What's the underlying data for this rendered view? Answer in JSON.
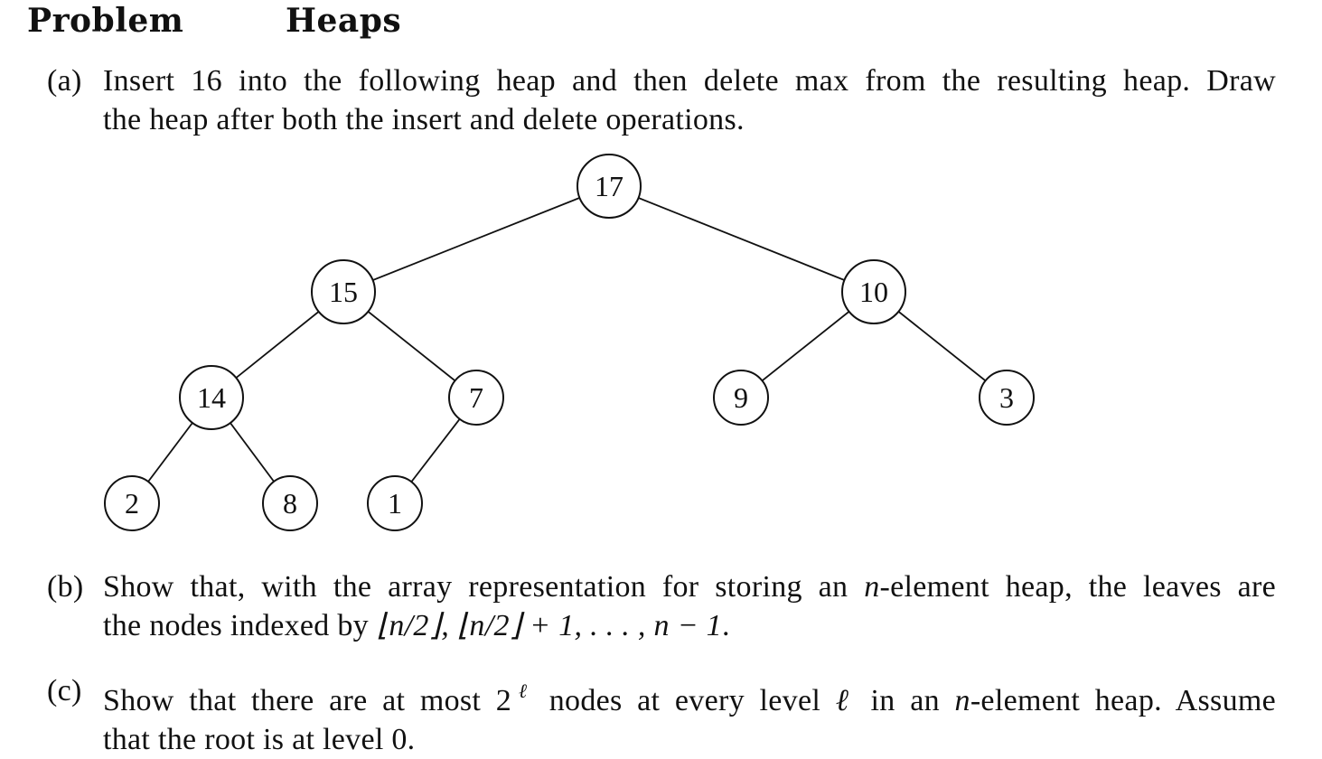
{
  "header": {
    "problem_label": "Problem",
    "topic": "Heaps"
  },
  "parts": {
    "a": {
      "marker": "(a)",
      "line1": "Insert 16 into the following heap and then delete max from the resulting heap. Draw",
      "line2": "the heap after both the insert and delete operations."
    },
    "b": {
      "marker": "(b)",
      "line1_pre": "Show that, with the array representation for storing an ",
      "line1_var": "n",
      "line1_post": "-element heap, the leaves are",
      "line2_pre": "the nodes indexed by ",
      "line2_math": "⌊n/2⌋, ⌊n/2⌋ + 1, . . . , n − 1",
      "line2_post": "."
    },
    "c": {
      "marker": "(c)",
      "line1_pre": "Show that there are at most 2",
      "line1_sup": "ℓ",
      "line1_mid": " nodes at every level ",
      "line1_var": "ℓ",
      "line1_mid2": " in an ",
      "line1_var2": "n",
      "line1_post": "-element heap. Assume",
      "line2": "that the root is at level 0."
    }
  },
  "heap": {
    "nodes": [
      {
        "id": "n0",
        "value": "17"
      },
      {
        "id": "n1",
        "value": "15"
      },
      {
        "id": "n2",
        "value": "10"
      },
      {
        "id": "n3",
        "value": "14"
      },
      {
        "id": "n4",
        "value": "7"
      },
      {
        "id": "n5",
        "value": "9"
      },
      {
        "id": "n6",
        "value": "3"
      },
      {
        "id": "n7",
        "value": "2"
      },
      {
        "id": "n8",
        "value": "8"
      },
      {
        "id": "n9",
        "value": "1"
      }
    ]
  }
}
